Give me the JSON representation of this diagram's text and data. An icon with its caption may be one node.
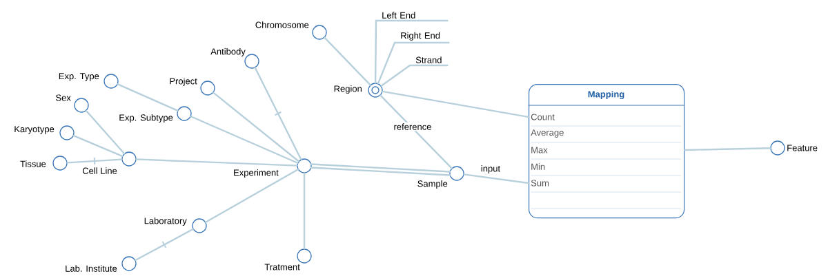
{
  "diagram": {
    "nodes": [
      {
        "text": [],
        "shape": "circle",
        "beside": [
          "Chromosome"
        ]
      },
      {
        "text": [
          "Left End"
        ]
      },
      {
        "text": [
          "Right End"
        ]
      },
      {
        "text": [
          "Strand"
        ]
      },
      {
        "text": [],
        "shape": "circle",
        "beside": [
          "Antibody"
        ]
      },
      {
        "text": [],
        "shape": "circle",
        "beside": [
          "Region"
        ]
      },
      {
        "text": [],
        "shape": "circle",
        "beside": [
          "Exp. Type"
        ]
      },
      {
        "text": [],
        "shape": "circle",
        "beside": [
          "Project"
        ]
      },
      {
        "text": [
          "Mapping",
          "Count",
          "Average",
          "Max",
          "Min",
          "Sum"
        ]
      },
      {
        "text": [],
        "shape": "circle",
        "beside": [
          "Sex"
        ]
      },
      {
        "text": [],
        "shape": "circle",
        "beside": [
          "Exp. Subtype"
        ]
      },
      {
        "text": [],
        "shape": "circle",
        "beside": [
          "Karyotype"
        ]
      },
      {
        "text": [],
        "shape": "circle",
        "beside": [
          "Feature"
        ]
      },
      {
        "text": [],
        "shape": "circle",
        "beside": [
          "Tissue"
        ]
      },
      {
        "text": [],
        "shape": "circle",
        "beside": [
          "Cell Line"
        ]
      },
      {
        "text": [],
        "shape": "circle",
        "beside": [
          "Experiment"
        ]
      },
      {
        "text": [],
        "shape": "circle",
        "beside": [
          "Sample"
        ]
      },
      {
        "text": [],
        "shape": "circle",
        "beside": [
          "Laboratory"
        ]
      },
      {
        "text": [],
        "shape": "circle",
        "beside": [
          "Tratment"
        ]
      },
      {
        "text": [],
        "shape": "circle",
        "beside": [
          "Lab. Institute"
        ]
      }
    ],
    "edges": [
      {
        "from": 0,
        "to": 5,
        "arrow": "none"
      },
      {
        "from": 5,
        "to": 1,
        "arrow": "none"
      },
      {
        "from": 5,
        "to": 2,
        "arrow": "none"
      },
      {
        "from": 5,
        "to": 3,
        "arrow": "none"
      },
      {
        "from": 5,
        "to": 8,
        "arrow": "none"
      },
      {
        "from": 5,
        "to": 16,
        "arrow": "none",
        "label": "reference"
      },
      {
        "from": 4,
        "to": 15,
        "arrow": "none"
      },
      {
        "from": 6,
        "to": 10,
        "arrow": "none"
      },
      {
        "from": 10,
        "to": 15,
        "arrow": "none"
      },
      {
        "from": 7,
        "to": 15,
        "arrow": "none"
      },
      {
        "from": 9,
        "to": 14,
        "arrow": "none"
      },
      {
        "from": 11,
        "to": 14,
        "arrow": "none"
      },
      {
        "from": 13,
        "to": 14,
        "arrow": "none"
      },
      {
        "from": 14,
        "to": 15,
        "arrow": "none"
      },
      {
        "from": 15,
        "to": 16,
        "arrow": "none"
      },
      {
        "from": 15,
        "to": 16,
        "arrow": "none"
      },
      {
        "from": 16,
        "to": 8,
        "arrow": "none",
        "label": "input"
      },
      {
        "from": 15,
        "to": 17,
        "arrow": "none"
      },
      {
        "from": 17,
        "to": 19,
        "arrow": "none"
      },
      {
        "from": 15,
        "to": 18,
        "arrow": "none"
      },
      {
        "from": 8,
        "to": 12,
        "arrow": "none"
      }
    ]
  }
}
